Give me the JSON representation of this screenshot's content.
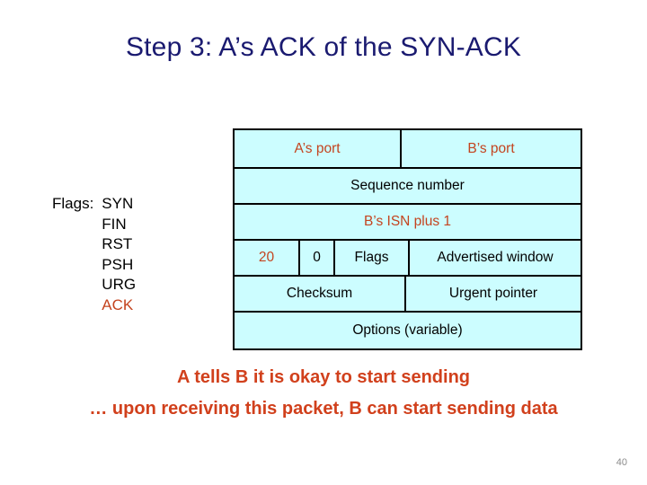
{
  "slide": {
    "title": "Step 3: A’s ACK of the SYN-ACK",
    "page_number": "40",
    "title_color": "#1a1a70",
    "accent_color": "#c4441f",
    "caption_color": "#d1401c",
    "cell_fill_color": "#ccfdff",
    "border_color": "#000000"
  },
  "flags_legend": {
    "label": "Flags:",
    "items": [
      {
        "label": "SYN",
        "highlighted": false
      },
      {
        "label": "FIN",
        "highlighted": false
      },
      {
        "label": "RST",
        "highlighted": false
      },
      {
        "label": "PSH",
        "highlighted": false
      },
      {
        "label": "URG",
        "highlighted": false
      },
      {
        "label": "ACK",
        "highlighted": true
      }
    ]
  },
  "tcp_header": {
    "rows": [
      {
        "name": "ports-row",
        "cells": [
          {
            "label": "A’s port",
            "accent": true
          },
          {
            "label": "B’s port",
            "accent": true
          }
        ]
      },
      {
        "name": "sequence-number-row",
        "cells": [
          {
            "label": "Sequence number",
            "accent": false
          }
        ]
      },
      {
        "name": "ack-number-row",
        "cells": [
          {
            "label": "B’s ISN plus 1",
            "accent": true
          }
        ]
      },
      {
        "name": "offset-flags-window-row",
        "cells": [
          {
            "label": "20",
            "accent": true
          },
          {
            "label": "0",
            "accent": false
          },
          {
            "label": "Flags",
            "accent": false
          },
          {
            "label": "Advertised window",
            "accent": false
          }
        ]
      },
      {
        "name": "checksum-urgent-row",
        "cells": [
          {
            "label": "Checksum",
            "accent": false
          },
          {
            "label": "Urgent pointer",
            "accent": false
          }
        ]
      },
      {
        "name": "options-row",
        "cells": [
          {
            "label": "Options (variable)",
            "accent": false
          }
        ]
      }
    ]
  },
  "captions": {
    "line_1": "A tells B it is okay to start sending",
    "line_2": "… upon receiving this packet, B can start sending data"
  }
}
